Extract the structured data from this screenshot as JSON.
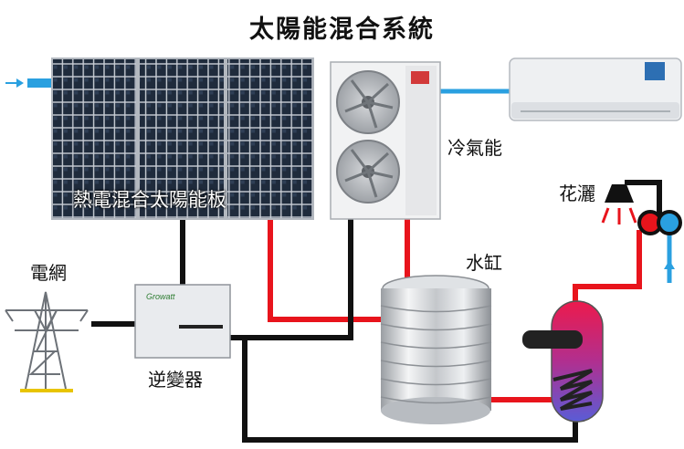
{
  "title": "太陽能混合系統",
  "labels": {
    "solar_panel": "熱電混合太陽能板",
    "heat_pump": "冷氣能",
    "shower": "花灑",
    "water_tank": "水缸",
    "grid": "電網",
    "inverter": "逆變器"
  },
  "devices": {
    "inverter_brand": "Growatt"
  },
  "colors": {
    "hot_pipe": "#e8141c",
    "cold_pipe": "#2aa0e0",
    "power_cable": "#111111",
    "panel_cell": "#1e2a3a",
    "tank_hot": "#e8194f",
    "tank_cold": "#5a5cd6"
  }
}
